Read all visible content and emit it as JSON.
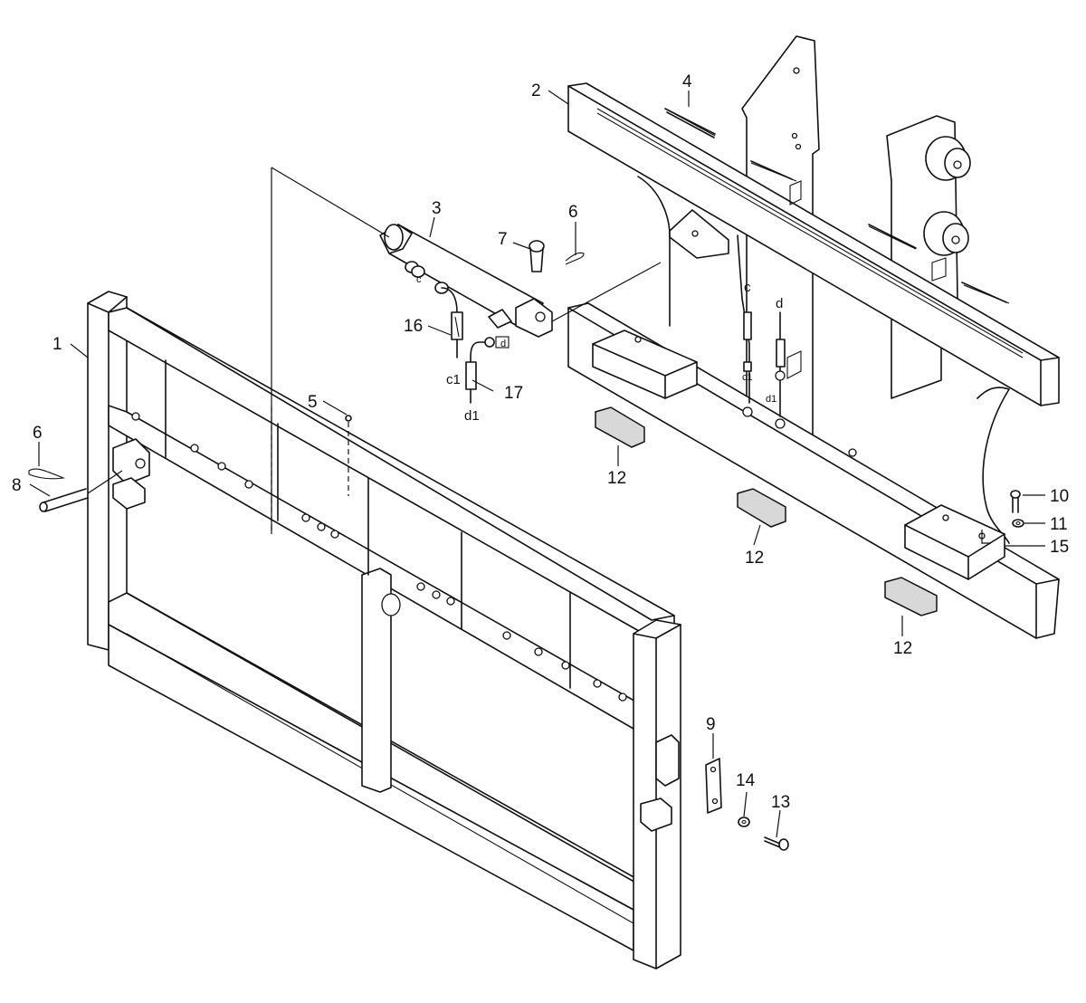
{
  "diagram": {
    "callouts": {
      "c1": "1",
      "c2": "2",
      "c3": "3",
      "c4": "4",
      "c5": "5",
      "c6a": "6",
      "c6b": "6",
      "c7": "7",
      "c8": "8",
      "c9": "9",
      "c10": "10",
      "c11": "11",
      "c12a": "12",
      "c12b": "12",
      "c12c": "12",
      "c13": "13",
      "c14": "14",
      "c15": "15",
      "c16": "16",
      "c17": "17"
    },
    "hose_labels": {
      "c": "c",
      "d": "d",
      "c1_left": "c1",
      "d1_left": "d1",
      "c1_right": "c1",
      "d1_right": "d1",
      "c_port": "c",
      "d_port": "d"
    }
  }
}
